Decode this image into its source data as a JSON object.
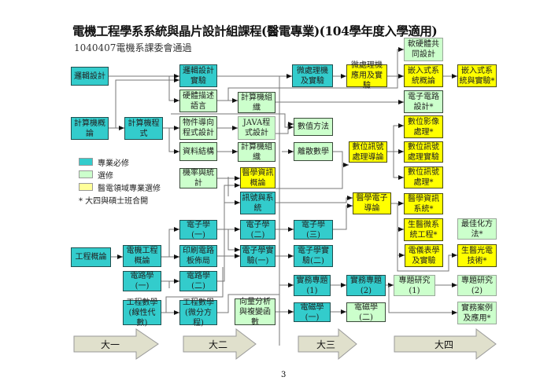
{
  "title": "電機工程學系系統與晶片設計組課程(醫電專業)(104學年度入學適用)",
  "subtitle": "1040407電機系課委會通過",
  "colors": {
    "required": "#33cccc",
    "elective": "#ccffcc",
    "medical": "#ffff00"
  },
  "courses": {
    "logic_design": "邏輯設計",
    "logic_lab": "邏輯設計實驗",
    "hdl": "硬體描述語言",
    "comp_org1": "計算機組織",
    "micro": "微處理機及實驗",
    "micro_app": "微處理機應用及實驗",
    "hw_sw": "軟硬體共同設計",
    "embedded_intro": "嵌入式系統概論",
    "embedded_lab": "嵌入式系統與實驗*",
    "elec_circuit": "電子電路設計*",
    "intro_cs": "計算機概論",
    "programming": "計算機程式",
    "oop": "物件導向程式設計",
    "java": "JAVA程式設計",
    "numerical": "數值方法",
    "image_proc": "數位影像處理*",
    "data_struct": "資料結構",
    "comp_org2": "計算機組織",
    "discrete": "離散數學",
    "dsp_intro": "數位訊號處理導論",
    "dsp_lab": "數位訊號處理實驗",
    "prob_stat": "機率與統計",
    "med_info_intro": "醫學資訊概論",
    "dsp": "數位訊號處理*",
    "signals": "訊號與系統",
    "med_elec": "醫學電子導論",
    "med_info_sys": "醫學資訊系統*",
    "electronics1": "電子學(一)",
    "electronics2": "電子學(二)",
    "electronics3": "電子學(三)",
    "bio_mems": "生醫微系統工程*",
    "optimization": "最佳化方法*",
    "eng_intro": "工程概論",
    "ee_intro": "電機工程概論",
    "pcb": "印刷電路板佈局",
    "elab1": "電子學實驗(一)",
    "elab2": "電子學實驗(二)",
    "instrument": "電儀表學及實驗",
    "bio_photonics": "生醫光電技術*",
    "circuits1": "電路學(一)",
    "circuits2": "電路學(二)",
    "project1": "實務專題 (1)",
    "project2": "實務專題 (2)",
    "research1": "專題研究 (1)",
    "research2": "專題研究 (2)",
    "eng_math_la": "工程數學 (線性代數)",
    "eng_math_de": "工程數學 (微分方程)",
    "vector": "向量分析與複變函數",
    "em1": "電磁學(一)",
    "em2": "電磁學(二)",
    "cases": "實務案例及應用*"
  },
  "legend": {
    "required": "專業必修",
    "elective": "選修",
    "medical": "醫電領域專業選修",
    "note": "*  大四與碩士班合開"
  },
  "years": [
    "大一",
    "大二",
    "大三",
    "大四"
  ],
  "page_number": "3"
}
